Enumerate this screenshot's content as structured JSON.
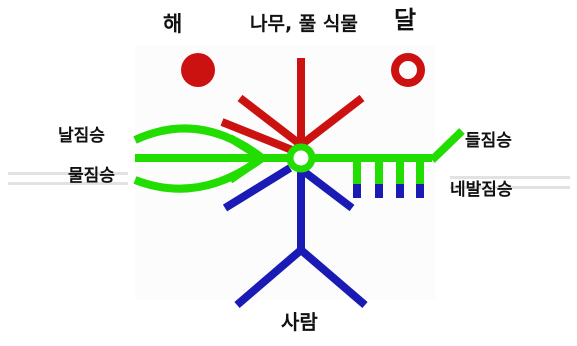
{
  "labels": {
    "sun": "해",
    "plant": "나무, 풀 식물",
    "moon": "달",
    "bird": "날짐승",
    "fish": "물짐승",
    "mammal": "들짐승",
    "quadruped": "네발짐승",
    "human": "사람"
  },
  "colors": {
    "red": "#cc1111",
    "green": "#22dd00",
    "blue": "#1a1ab5",
    "text": "#111111"
  }
}
